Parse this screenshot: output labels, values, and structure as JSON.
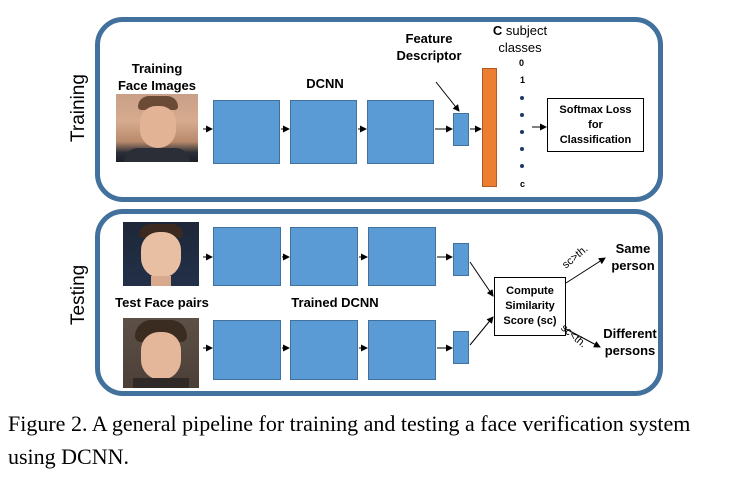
{
  "training": {
    "side_label": "Training",
    "face_images_label": "Training\nFace Images",
    "dcnn_label": "DCNN",
    "feature_descriptor_label": "Feature\nDescriptor",
    "classes_label_bold": "C",
    "classes_label_rest": " subject\nclasses",
    "class_top": "0",
    "class_second": "1",
    "class_bottom": "c",
    "softmax_label": "Softmax Loss\nfor\nClassification"
  },
  "testing": {
    "side_label": "Testing",
    "test_pairs_label": "Test Face pairs",
    "trained_dcnn_label": "Trained DCNN",
    "similarity_label": "Compute\nSimilarity\nScore (sc)",
    "upper_condition": "sc>th.",
    "lower_condition": "sc<th.",
    "same_label": "Same\nperson",
    "different_label": "Different\npersons"
  },
  "caption": "Figure 2. A general pipeline for training and testing a face verification system using DCNN.",
  "colors": {
    "panel_border": "#41719c",
    "block_fill": "#5b9bd5",
    "class_bar": "#ed7d31"
  }
}
